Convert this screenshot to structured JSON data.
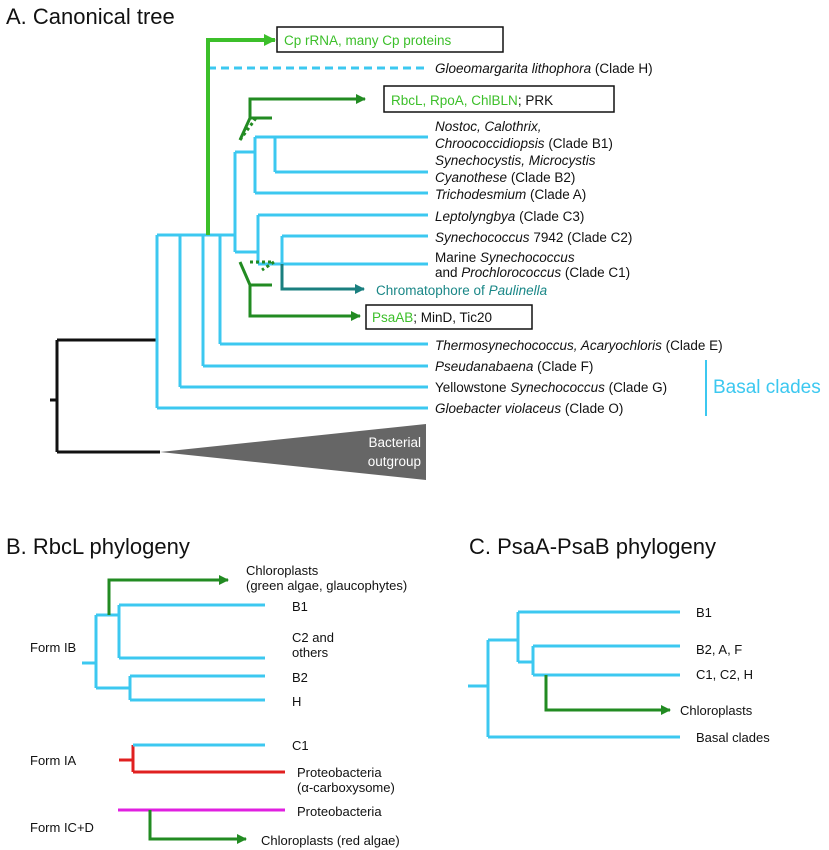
{
  "colors": {
    "cyanobacteria": "#3cc8f0",
    "dark_green": "#228b22",
    "light_green": "#3cbf2a",
    "teal": "#1a7f7f",
    "red": "#e02020",
    "magenta": "#e020e0",
    "outgroup": "#666666"
  },
  "panelA": {
    "title": "A. Canonical tree",
    "box1": {
      "green": "Cp rRNA, many Cp proteins"
    },
    "gloeomargarita": {
      "name": "Gloeomargarita lithophora",
      "clade": " (Clade H)"
    },
    "box2": {
      "green": "RbcL, RpoA, ChlBLN",
      "black": "; PRK"
    },
    "b1": {
      "line1": "Nostoc, Calothrix,",
      "line2": "Chroococcidiopsis",
      "clade": " (Clade B1)"
    },
    "b2": {
      "line1": "Synechocystis, Microcystis",
      "line2": "Cyanothese",
      "clade": " (Clade B2)"
    },
    "a": {
      "name": "Trichodesmium",
      "clade": " (Clade A)"
    },
    "c3": {
      "name": "Leptolyngbya",
      "clade": " (Clade C3)"
    },
    "c2": {
      "name": "Synechococcus",
      "clade": " 7942 (Clade C2)"
    },
    "c1": {
      "prefix": "Marine ",
      "name1": "Synechococcus",
      "connector": "and ",
      "name2": "Prochlorococcus",
      "clade": " (Clade C1)"
    },
    "chromatophore": {
      "text": "Chromatophore of ",
      "name": "Paulinella"
    },
    "box3": {
      "green": "PsaAB",
      "black": "; MinD, Tic20"
    },
    "e": {
      "name": "Thermosynechococcus, Acaryochloris",
      "clade": " (Clade E)"
    },
    "f": {
      "name": "Pseudanabaena",
      "clade": " (Clade F)"
    },
    "g": {
      "prefix": "Yellowstone ",
      "name": "Synechococcus",
      "clade": " (Clade G)"
    },
    "o": {
      "name": "Gloebacter violaceus",
      "clade": " (Clade O)"
    },
    "basal": "Basal clades",
    "outgroup": {
      "line1": "Bacterial",
      "line2": "outgroup"
    }
  },
  "panelB": {
    "title": "B. RbcL phylogeny",
    "chloroplasts_green": {
      "line1": "Chloroplasts",
      "line2": "(green algae, glaucophytes)"
    },
    "b1": "B1",
    "c2": {
      "line1": "C2 and",
      "line2": "others"
    },
    "b2": "B2",
    "h": "H",
    "form_ib": "Form IB",
    "form_ia": "Form IA",
    "c1": "C1",
    "proteo_a": {
      "line1": "Proteobacteria",
      "line2": "(α-carboxysome)"
    },
    "form_icd": "Form IC+D",
    "proteo_c": "Proteobacteria",
    "chloroplasts_red": "Chloroplasts (red algae)"
  },
  "panelC": {
    "title": "C. PsaA-PsaB phylogeny",
    "b1": "B1",
    "b2af": "B2, A, F",
    "c1c2h": "C1, C2, H",
    "chloroplasts": "Chloroplasts",
    "basal": "Basal clades"
  }
}
